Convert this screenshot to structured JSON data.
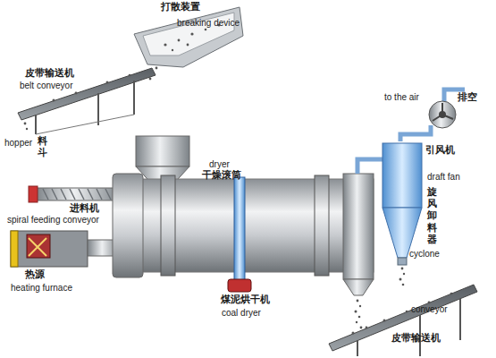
{
  "diagram": {
    "labels": [
      "打散装置",
      "breaking device",
      "皮带输送机",
      "belt conveyor",
      "hopper",
      "料斗",
      "进料机",
      "spiral feeding conveyor",
      "热源",
      "heating furnace",
      "dryer",
      "干燥滚筒",
      "煤泥烘干机",
      "coal dryer",
      "to the air",
      "排空",
      "引风机",
      "draft fan",
      "旋风卸料器",
      "cyclone",
      "conveyor",
      "皮带输送机"
    ]
  }
}
